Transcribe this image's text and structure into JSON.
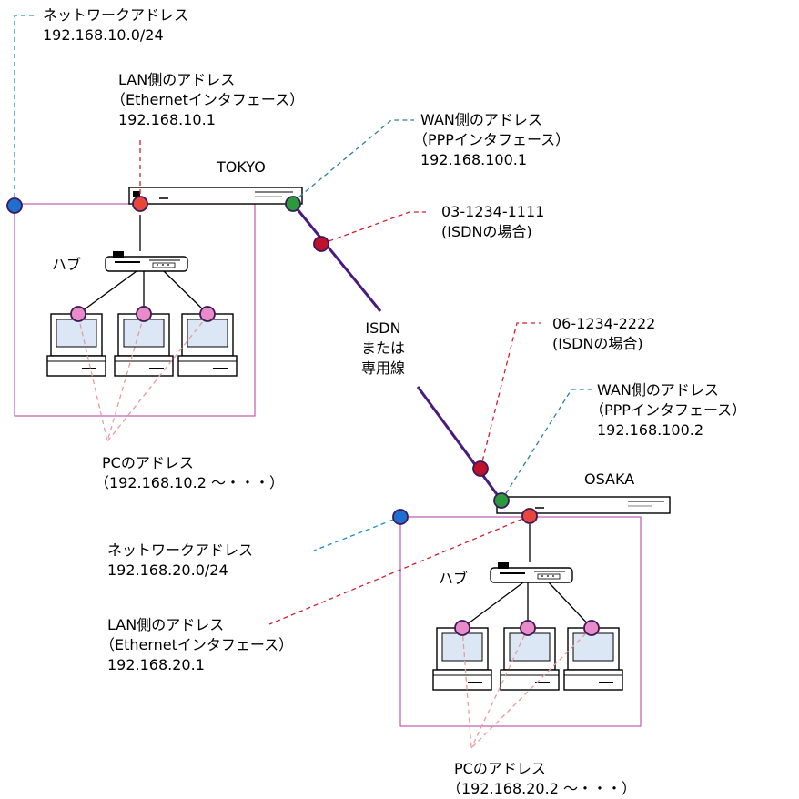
{
  "tokyo": {
    "router_name": "TOKYO",
    "network_address": {
      "label": "ネットワークアドレス",
      "value": "192.168.10.0/24"
    },
    "lan_address": {
      "label": "LAN側のアドレス",
      "interface": "（Ethernetインタフェース）",
      "value": "192.168.10.1"
    },
    "wan_address": {
      "label": "WAN側のアドレス",
      "interface": "（PPPインタフェース）",
      "value": "192.168.100.1"
    },
    "isdn_number": {
      "value": "03-1234-1111",
      "note": "(ISDNの場合)"
    },
    "hub_label": "ハブ",
    "pc_address": {
      "label": "PCのアドレス",
      "value": "（192.168.10.2 ～・・・）"
    }
  },
  "osaka": {
    "router_name": "OSAKA",
    "network_address": {
      "label": "ネットワークアドレス",
      "value": "192.168.20.0/24"
    },
    "lan_address": {
      "label": "LAN側のアドレス",
      "interface": "（Ethernetインタフェース）",
      "value": "192.168.20.1"
    },
    "wan_address": {
      "label": "WAN側のアドレス",
      "interface": "（PPPインタフェース）",
      "value": "192.168.100.2"
    },
    "isdn_number": {
      "value": "06-1234-2222",
      "note": "(ISDNの場合)"
    },
    "hub_label": "ハブ",
    "pc_address": {
      "label": "PCのアドレス",
      "value": "（192.168.20.2 ～・・・）"
    }
  },
  "link": {
    "line1": "ISDN",
    "line2": "または",
    "line3": "専用線"
  },
  "colors": {
    "network_dot": "#1f6fd1",
    "lan_dot": "#e8463a",
    "wan_dot": "#2b9a3a",
    "isdn_dot": "#c0102a",
    "pc_dot": "#e98ac9",
    "leader_network": "#1a8fbf",
    "leader_lan": "#d0202e",
    "leader_wan": "#2a7f9a",
    "link_line": "#4a1a7c",
    "segment_box": "#c05ab0"
  }
}
